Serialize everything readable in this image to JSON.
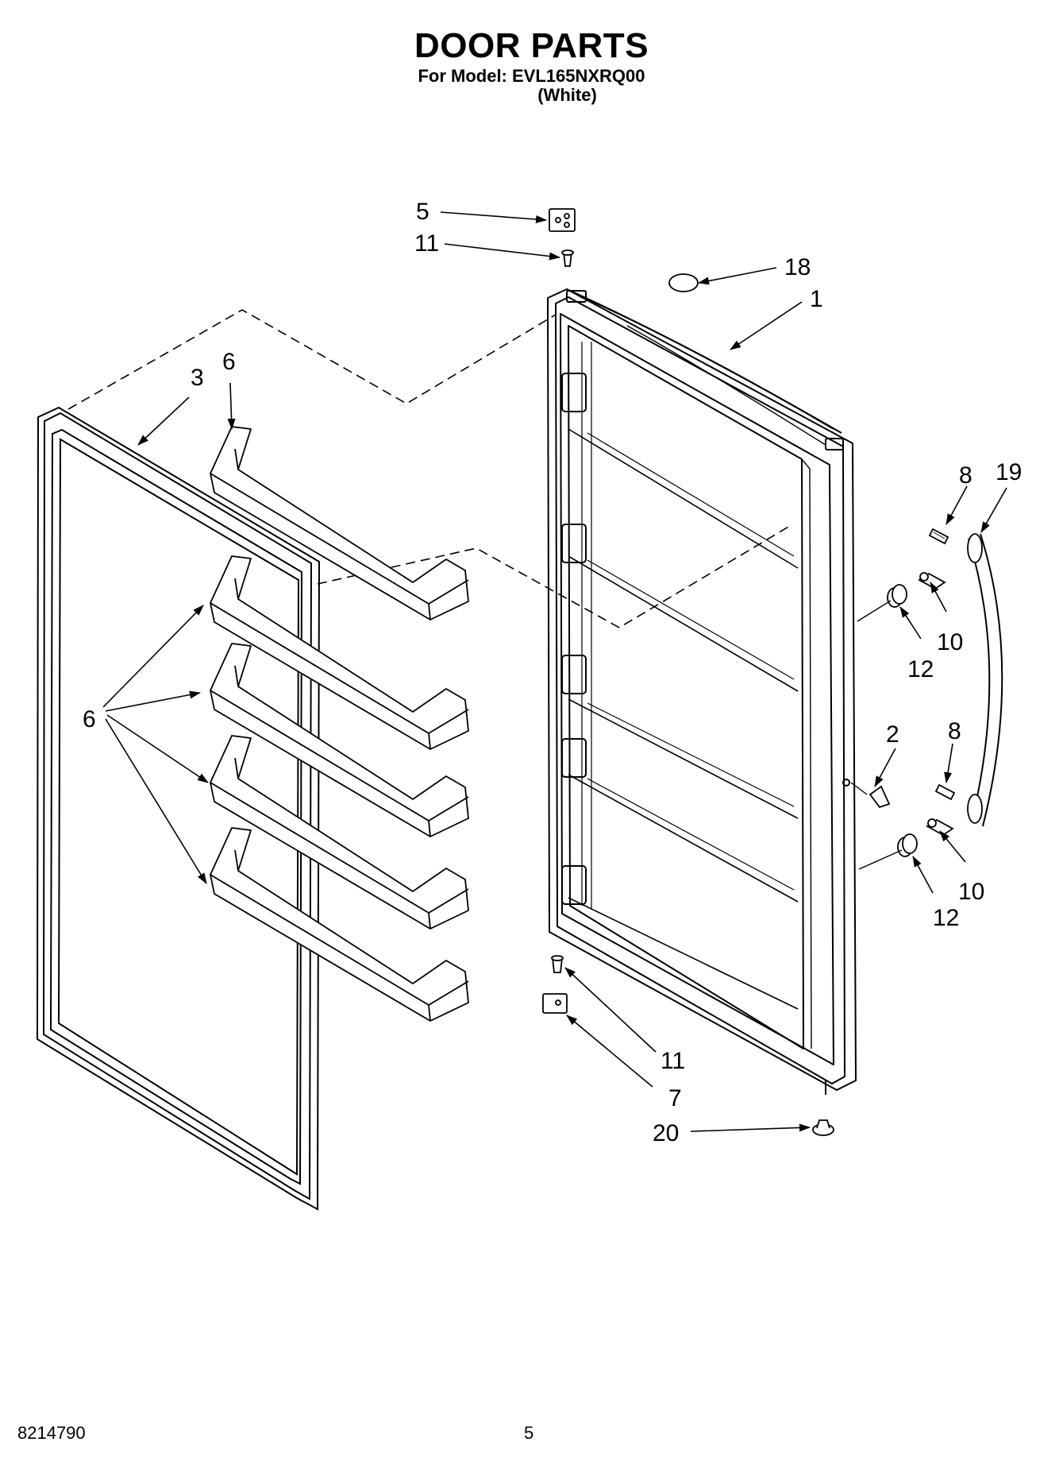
{
  "header": {
    "title": "DOOR PARTS",
    "model_line": "For Model: EVL165NXRQ00",
    "color_line": "(White)"
  },
  "callouts": {
    "c1": "1",
    "c2": "2",
    "c3": "3",
    "c5": "5",
    "c6a": "6",
    "c6b": "6",
    "c7": "7",
    "c8a": "8",
    "c8b": "8",
    "c10a": "10",
    "c10b": "10",
    "c11a": "11",
    "c11b": "11",
    "c12a": "12",
    "c12b": "12",
    "c18": "18",
    "c19": "19",
    "c20": "20"
  },
  "footer": {
    "doc_number": "8214790",
    "page_number": "5"
  }
}
